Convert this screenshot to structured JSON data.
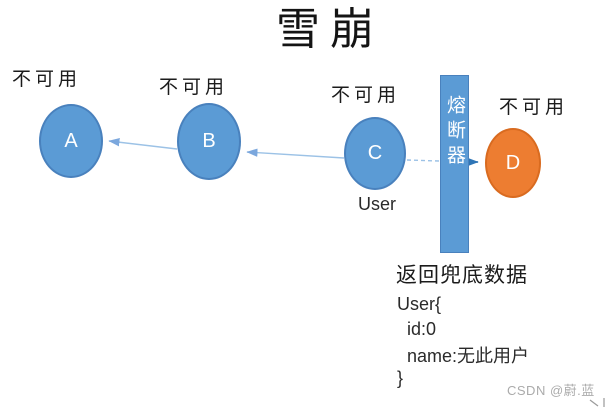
{
  "title": "雪崩",
  "nodes": [
    {
      "id": "A",
      "status": "不可用"
    },
    {
      "id": "B",
      "status": "不可用"
    },
    {
      "id": "C",
      "status": "不可用",
      "sublabel": "User"
    },
    {
      "id": "D",
      "status": "不可用"
    }
  ],
  "breaker_label": "熔断器",
  "fallback": {
    "heading": "返回兜底数据",
    "code_lines": [
      "User{",
      "  id:0",
      "  name:无此用户",
      "}"
    ]
  },
  "watermark": "CSDN @蔚.蓝",
  "colors": {
    "service_blue": "#5B9BD5",
    "service_blue_border": "#4981BD",
    "fallback_orange": "#ED7D31",
    "fallback_orange_border": "#D96B20",
    "connector_blue": "#9CC2E6",
    "arrowhead_blue": "#7BA7DD",
    "arrow_dark_blue": "#2E75B6",
    "watermark_gray": "#ABABAB"
  }
}
